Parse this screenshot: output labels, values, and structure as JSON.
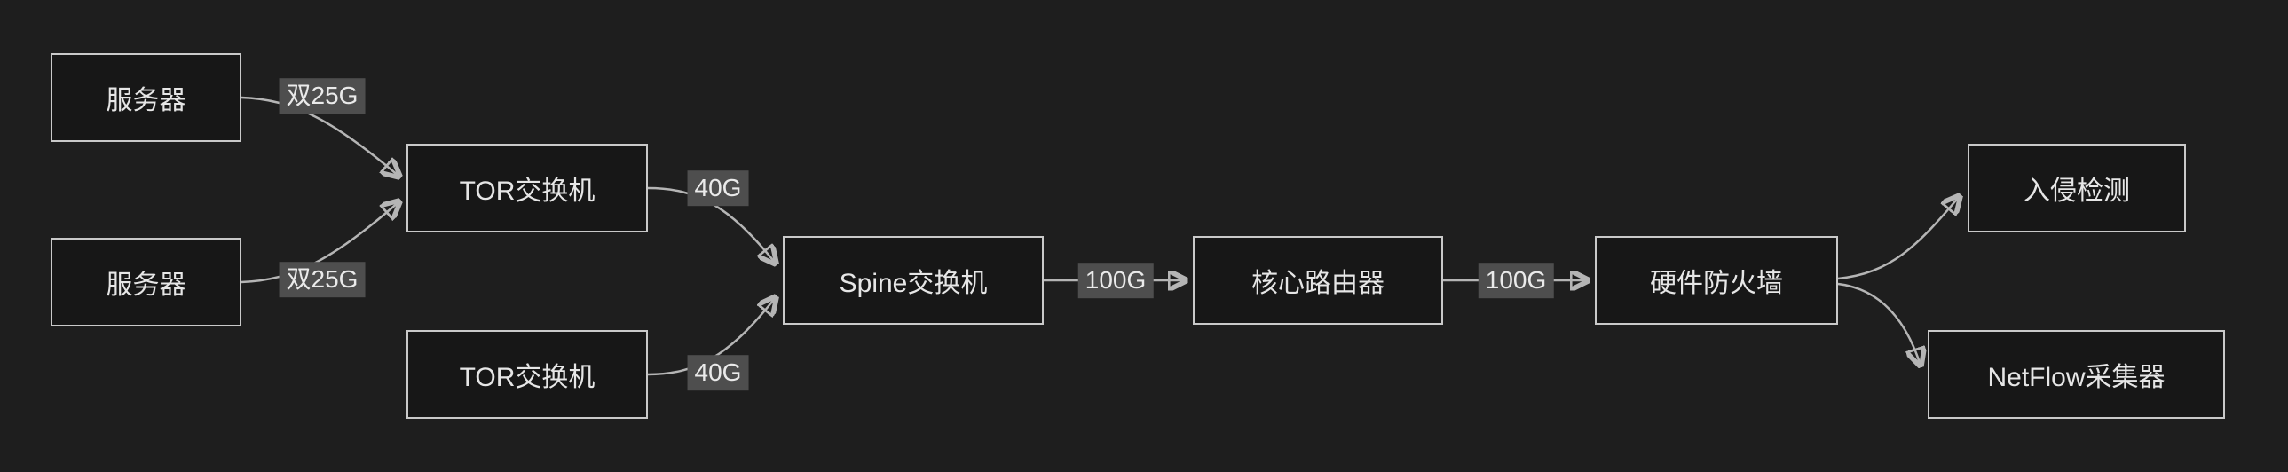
{
  "diagram": {
    "type": "flowchart",
    "direction": "left-to-right",
    "nodes": [
      {
        "id": "server1",
        "label": "服务器"
      },
      {
        "id": "server2",
        "label": "服务器"
      },
      {
        "id": "tor1",
        "label": "TOR交换机"
      },
      {
        "id": "tor2",
        "label": "TOR交换机"
      },
      {
        "id": "spine",
        "label": "Spine交换机"
      },
      {
        "id": "core",
        "label": "核心路由器"
      },
      {
        "id": "firewall",
        "label": "硬件防火墙"
      },
      {
        "id": "ids",
        "label": "入侵检测"
      },
      {
        "id": "netflow",
        "label": "NetFlow采集器"
      }
    ],
    "edges": [
      {
        "from": "server1",
        "to": "tor1",
        "label": "双25G"
      },
      {
        "from": "server2",
        "to": "tor1",
        "label": "双25G"
      },
      {
        "from": "tor1",
        "to": "spine",
        "label": "40G"
      },
      {
        "from": "tor2",
        "to": "spine",
        "label": "40G"
      },
      {
        "from": "spine",
        "to": "core",
        "label": "100G"
      },
      {
        "from": "core",
        "to": "firewall",
        "label": "100G"
      },
      {
        "from": "firewall",
        "to": "ids",
        "label": ""
      },
      {
        "from": "firewall",
        "to": "netflow",
        "label": ""
      }
    ],
    "colors": {
      "background": "#1e1e1e",
      "node_fill": "#171717",
      "node_border": "#c9c9c9",
      "node_text": "#e6e6e6",
      "edge_line": "#b5b5b5",
      "edge_label_bg": "#4e4e4e",
      "edge_label_text": "#eaeaea"
    }
  }
}
